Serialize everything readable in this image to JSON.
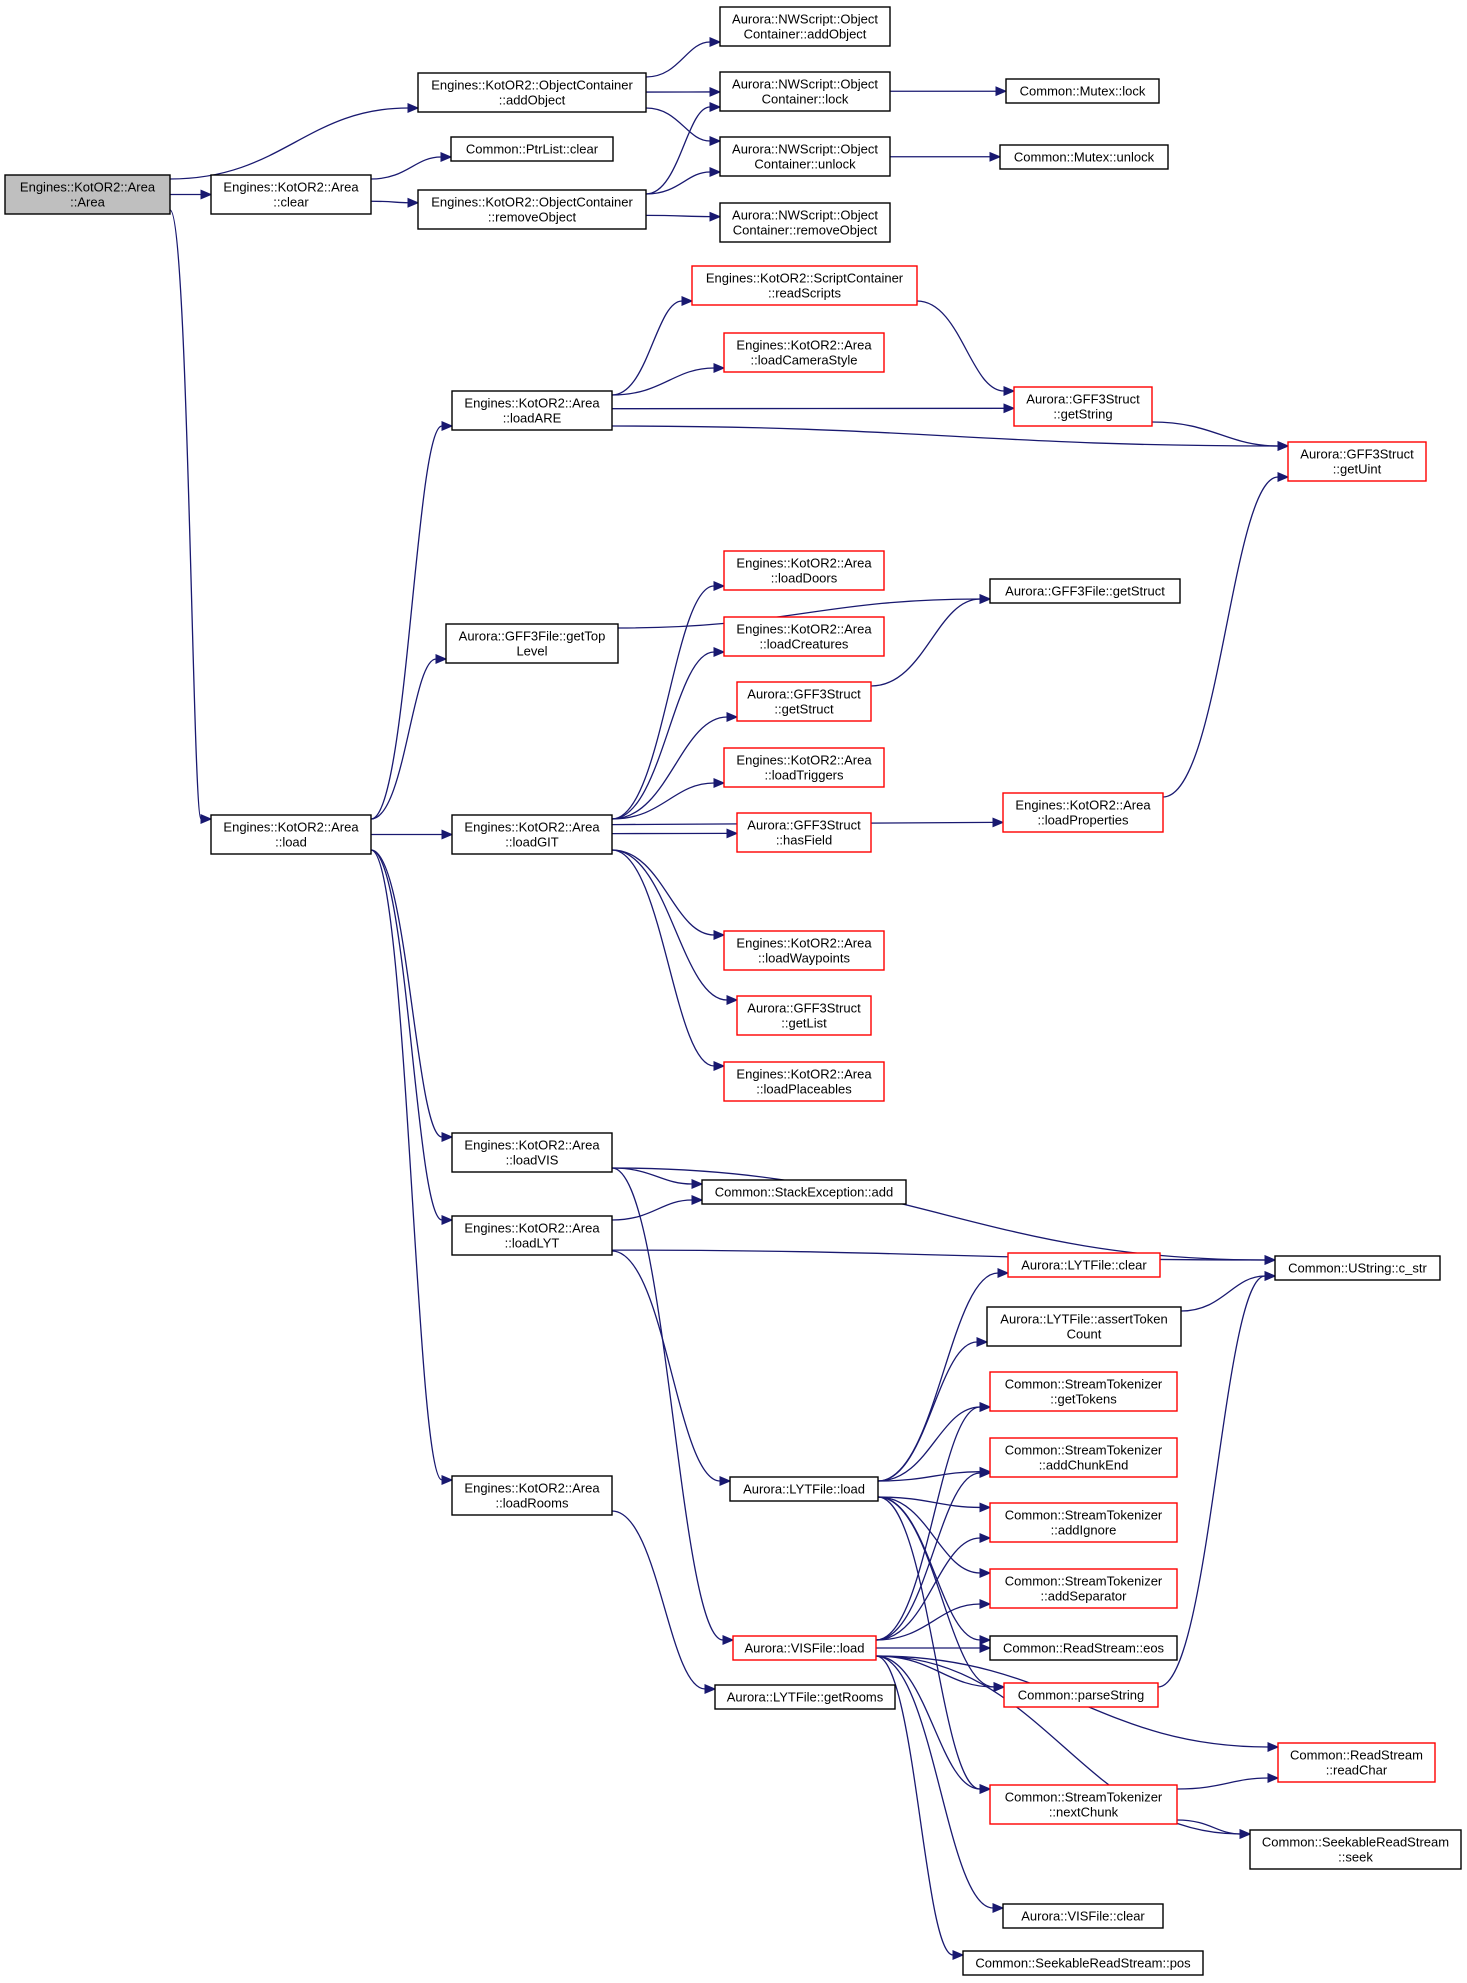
{
  "colors": {
    "edge": "#191970",
    "border_normal": "#000000",
    "border_truncated": "#ff0000",
    "fill_root": "#bfbfbf",
    "fill_normal": "#ffffff"
  },
  "nodes": [
    {
      "id": "area_ctor",
      "lines": [
        "Engines::KotOR2::Area",
        "::Area"
      ],
      "style": "root"
    },
    {
      "id": "oc_addObject",
      "lines": [
        "Engines::KotOR2::ObjectContainer",
        "::addObject"
      ],
      "style": "normal"
    },
    {
      "id": "area_clear",
      "lines": [
        "Engines::KotOR2::Area",
        "::clear"
      ],
      "style": "normal"
    },
    {
      "id": "ptrlist_clear",
      "lines": [
        "Common::PtrList::clear"
      ],
      "style": "normal"
    },
    {
      "id": "oc_removeObject",
      "lines": [
        "Engines::KotOR2::ObjectContainer",
        "::removeObject"
      ],
      "style": "normal"
    },
    {
      "id": "nw_addObject",
      "lines": [
        "Aurora::NWScript::Object",
        "Container::addObject"
      ],
      "style": "normal"
    },
    {
      "id": "nw_lock",
      "lines": [
        "Aurora::NWScript::Object",
        "Container::lock"
      ],
      "style": "normal"
    },
    {
      "id": "nw_unlock",
      "lines": [
        "Aurora::NWScript::Object",
        "Container::unlock"
      ],
      "style": "normal"
    },
    {
      "id": "nw_removeObject",
      "lines": [
        "Aurora::NWScript::Object",
        "Container::removeObject"
      ],
      "style": "normal"
    },
    {
      "id": "mutex_lock",
      "lines": [
        "Common::Mutex::lock"
      ],
      "style": "normal"
    },
    {
      "id": "mutex_unlock",
      "lines": [
        "Common::Mutex::unlock"
      ],
      "style": "normal"
    },
    {
      "id": "sc_readScripts",
      "lines": [
        "Engines::KotOR2::ScriptContainer",
        "::readScripts"
      ],
      "style": "truncated"
    },
    {
      "id": "loadCameraStyle",
      "lines": [
        "Engines::KotOR2::Area",
        "::loadCameraStyle"
      ],
      "style": "truncated"
    },
    {
      "id": "loadARE",
      "lines": [
        "Engines::KotOR2::Area",
        "::loadARE"
      ],
      "style": "normal"
    },
    {
      "id": "gff_getString",
      "lines": [
        "Aurora::GFF3Struct",
        "::getString"
      ],
      "style": "truncated"
    },
    {
      "id": "gff_getUint",
      "lines": [
        "Aurora::GFF3Struct",
        "::getUint"
      ],
      "style": "truncated"
    },
    {
      "id": "loadDoors",
      "lines": [
        "Engines::KotOR2::Area",
        "::loadDoors"
      ],
      "style": "truncated"
    },
    {
      "id": "gfffile_getStruct",
      "lines": [
        "Aurora::GFF3File::getStruct"
      ],
      "style": "normal"
    },
    {
      "id": "getTopLevel",
      "lines": [
        "Aurora::GFF3File::getTop",
        "Level"
      ],
      "style": "normal"
    },
    {
      "id": "loadCreatures",
      "lines": [
        "Engines::KotOR2::Area",
        "::loadCreatures"
      ],
      "style": "truncated"
    },
    {
      "id": "gff_getStruct",
      "lines": [
        "Aurora::GFF3Struct",
        "::getStruct"
      ],
      "style": "truncated"
    },
    {
      "id": "loadTriggers",
      "lines": [
        "Engines::KotOR2::Area",
        "::loadTriggers"
      ],
      "style": "truncated"
    },
    {
      "id": "loadProperties",
      "lines": [
        "Engines::KotOR2::Area",
        "::loadProperties"
      ],
      "style": "truncated"
    },
    {
      "id": "area_load",
      "lines": [
        "Engines::KotOR2::Area",
        "::load"
      ],
      "style": "normal"
    },
    {
      "id": "loadGIT",
      "lines": [
        "Engines::KotOR2::Area",
        "::loadGIT"
      ],
      "style": "normal"
    },
    {
      "id": "gff_hasField",
      "lines": [
        "Aurora::GFF3Struct",
        "::hasField"
      ],
      "style": "truncated"
    },
    {
      "id": "loadWaypoints",
      "lines": [
        "Engines::KotOR2::Area",
        "::loadWaypoints"
      ],
      "style": "truncated"
    },
    {
      "id": "gff_getList",
      "lines": [
        "Aurora::GFF3Struct",
        "::getList"
      ],
      "style": "truncated"
    },
    {
      "id": "loadPlaceables",
      "lines": [
        "Engines::KotOR2::Area",
        "::loadPlaceables"
      ],
      "style": "truncated"
    },
    {
      "id": "loadVIS",
      "lines": [
        "Engines::KotOR2::Area",
        "::loadVIS"
      ],
      "style": "normal"
    },
    {
      "id": "stackexc_add",
      "lines": [
        "Common::StackException::add"
      ],
      "style": "normal"
    },
    {
      "id": "loadLYT",
      "lines": [
        "Engines::KotOR2::Area",
        "::loadLYT"
      ],
      "style": "normal"
    },
    {
      "id": "ustring_cstr",
      "lines": [
        "Common::UString::c_str"
      ],
      "style": "normal"
    },
    {
      "id": "lyt_clear",
      "lines": [
        "Aurora::LYTFile::clear"
      ],
      "style": "truncated"
    },
    {
      "id": "lyt_assertTokenCount",
      "lines": [
        "Aurora::LYTFile::assertToken",
        "Count"
      ],
      "style": "normal"
    },
    {
      "id": "st_getTokens",
      "lines": [
        "Common::StreamTokenizer",
        "::getTokens"
      ],
      "style": "truncated"
    },
    {
      "id": "st_addChunkEnd",
      "lines": [
        "Common::StreamTokenizer",
        "::addChunkEnd"
      ],
      "style": "truncated"
    },
    {
      "id": "lyt_load",
      "lines": [
        "Aurora::LYTFile::load"
      ],
      "style": "normal"
    },
    {
      "id": "loadRooms",
      "lines": [
        "Engines::KotOR2::Area",
        "::loadRooms"
      ],
      "style": "normal"
    },
    {
      "id": "st_addIgnore",
      "lines": [
        "Common::StreamTokenizer",
        "::addIgnore"
      ],
      "style": "truncated"
    },
    {
      "id": "st_addSeparator",
      "lines": [
        "Common::StreamTokenizer",
        "::addSeparator"
      ],
      "style": "truncated"
    },
    {
      "id": "vis_load",
      "lines": [
        "Aurora::VISFile::load"
      ],
      "style": "truncated"
    },
    {
      "id": "rs_eos",
      "lines": [
        "Common::ReadStream::eos"
      ],
      "style": "normal"
    },
    {
      "id": "parseString",
      "lines": [
        "Common::parseString"
      ],
      "style": "truncated"
    },
    {
      "id": "lyt_getRooms",
      "lines": [
        "Aurora::LYTFile::getRooms"
      ],
      "style": "normal"
    },
    {
      "id": "rs_readChar",
      "lines": [
        "Common::ReadStream",
        "::readChar"
      ],
      "style": "truncated"
    },
    {
      "id": "st_nextChunk",
      "lines": [
        "Common::StreamTokenizer",
        "::nextChunk"
      ],
      "style": "truncated"
    },
    {
      "id": "srs_seek",
      "lines": [
        "Common::SeekableReadStream",
        "::seek"
      ],
      "style": "normal"
    },
    {
      "id": "vis_clear",
      "lines": [
        "Aurora::VISFile::clear"
      ],
      "style": "normal"
    },
    {
      "id": "srs_pos",
      "lines": [
        "Common::SeekableReadStream::pos"
      ],
      "style": "normal"
    }
  ],
  "edges": [
    [
      "area_ctor",
      "oc_addObject"
    ],
    [
      "area_ctor",
      "area_clear"
    ],
    [
      "area_ctor",
      "area_load"
    ],
    [
      "oc_addObject",
      "nw_addObject"
    ],
    [
      "oc_addObject",
      "nw_lock"
    ],
    [
      "oc_addObject",
      "nw_unlock"
    ],
    [
      "area_clear",
      "ptrlist_clear"
    ],
    [
      "area_clear",
      "oc_removeObject"
    ],
    [
      "oc_removeObject",
      "nw_lock"
    ],
    [
      "oc_removeObject",
      "nw_unlock"
    ],
    [
      "oc_removeObject",
      "nw_removeObject"
    ],
    [
      "nw_lock",
      "mutex_lock"
    ],
    [
      "nw_unlock",
      "mutex_unlock"
    ],
    [
      "loadARE",
      "sc_readScripts"
    ],
    [
      "loadARE",
      "loadCameraStyle"
    ],
    [
      "loadARE",
      "gff_getString"
    ],
    [
      "loadARE",
      "gff_getUint"
    ],
    [
      "sc_readScripts",
      "gff_getString"
    ],
    [
      "gff_getString",
      "gff_getUint"
    ],
    [
      "getTopLevel",
      "gfffile_getStruct"
    ],
    [
      "gff_getStruct",
      "gfffile_getStruct"
    ],
    [
      "loadProperties",
      "gff_getUint"
    ],
    [
      "area_load",
      "loadARE"
    ],
    [
      "area_load",
      "getTopLevel"
    ],
    [
      "area_load",
      "loadGIT"
    ],
    [
      "area_load",
      "loadVIS"
    ],
    [
      "area_load",
      "loadLYT"
    ],
    [
      "area_load",
      "loadRooms"
    ],
    [
      "loadGIT",
      "loadDoors"
    ],
    [
      "loadGIT",
      "loadCreatures"
    ],
    [
      "loadGIT",
      "gff_getStruct"
    ],
    [
      "loadGIT",
      "loadTriggers"
    ],
    [
      "loadGIT",
      "gff_hasField"
    ],
    [
      "loadGIT",
      "loadProperties"
    ],
    [
      "loadGIT",
      "loadWaypoints"
    ],
    [
      "loadGIT",
      "gff_getList"
    ],
    [
      "loadGIT",
      "loadPlaceables"
    ],
    [
      "loadVIS",
      "stackexc_add"
    ],
    [
      "loadVIS",
      "ustring_cstr"
    ],
    [
      "loadVIS",
      "vis_load"
    ],
    [
      "loadLYT",
      "stackexc_add"
    ],
    [
      "loadLYT",
      "ustring_cstr"
    ],
    [
      "loadLYT",
      "lyt_load"
    ],
    [
      "lyt_assertTokenCount",
      "ustring_cstr"
    ],
    [
      "parseString",
      "ustring_cstr"
    ],
    [
      "lyt_load",
      "lyt_clear"
    ],
    [
      "lyt_load",
      "lyt_assertTokenCount"
    ],
    [
      "lyt_load",
      "st_getTokens"
    ],
    [
      "lyt_load",
      "st_addChunkEnd"
    ],
    [
      "lyt_load",
      "st_addIgnore"
    ],
    [
      "lyt_load",
      "st_addSeparator"
    ],
    [
      "lyt_load",
      "rs_eos"
    ],
    [
      "lyt_load",
      "parseString"
    ],
    [
      "lyt_load",
      "st_nextChunk"
    ],
    [
      "loadRooms",
      "lyt_getRooms"
    ],
    [
      "vis_load",
      "st_getTokens"
    ],
    [
      "vis_load",
      "st_addChunkEnd"
    ],
    [
      "vis_load",
      "st_addIgnore"
    ],
    [
      "vis_load",
      "st_addSeparator"
    ],
    [
      "vis_load",
      "rs_eos"
    ],
    [
      "vis_load",
      "parseString"
    ],
    [
      "vis_load",
      "rs_readChar"
    ],
    [
      "vis_load",
      "st_nextChunk"
    ],
    [
      "vis_load",
      "srs_seek"
    ],
    [
      "vis_load",
      "vis_clear"
    ],
    [
      "vis_load",
      "srs_pos"
    ],
    [
      "st_nextChunk",
      "rs_readChar"
    ],
    [
      "st_nextChunk",
      "srs_seek"
    ]
  ]
}
